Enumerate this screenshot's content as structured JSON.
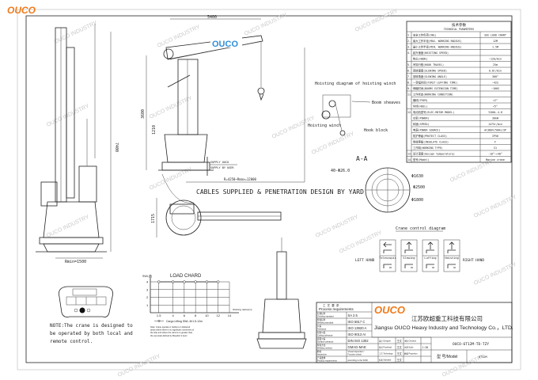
{
  "logo": "OUCO",
  "boom_logo": "OUCO",
  "watermark": "OUCO INDUSTRY",
  "colors": {
    "logo_orange": "#f07a1a",
    "boom_logo_blue": "#2f8fd8",
    "line": "#222222"
  },
  "dimensions": {
    "boom_length": "5400",
    "height_left": "7400",
    "rmin": "Rmin=1500",
    "mid_height": "3600",
    "mid_height2": "1210",
    "radius_range": "R=4250~Rmax=12000",
    "plan_dim": "1715"
  },
  "supply": {
    "ouco": "SUPPLY OUCO",
    "user": "SUPPLY BY USER"
  },
  "cables_note": "CABLES SUPPLIED & PENETRATION DESIGN BY YARD",
  "hoisting": {
    "title": "Hoisting diagram of hoisting winch",
    "boom_sheaves": "Boom sheaves",
    "winch": "Hoisting winch",
    "hook_block": "Hook block"
  },
  "section": {
    "title": "A-A",
    "bolts": "40-Φ26.0",
    "d1": "Φ1630",
    "d2": "Φ2500",
    "d3": "Φ1800"
  },
  "control": {
    "title": "Crane control diagram",
    "left": "LEFT HAND",
    "right": "RIGHT HAND",
    "levers": [
      "Telescopic",
      "Slewing",
      "Luffing",
      "Hoisting"
    ]
  },
  "load_chart": {
    "title": "LOAD CHARD",
    "ylabel": "SWL(T)",
    "xlabel": "Working radius(m)",
    "y_ticks": [
      "1",
      "2",
      "3",
      "4"
    ],
    "x_ticks": [
      "1.5",
      "4",
      "6",
      "8",
      "10",
      "12",
      "14"
    ],
    "legend": "Cargo Lifting SWL 4t/1.5-12m",
    "note": "Note: Crane operate in harbors or sheltered areas where there is no significant movement of the ship and where the wind is no greater than the sea state defined by Beaufort 2 level"
  },
  "chart_data": {
    "type": "line",
    "title": "LOAD CHARD",
    "xlabel": "Working radius(m)",
    "ylabel": "SWL(T)",
    "x": [
      1.5,
      4,
      6,
      8,
      10,
      12
    ],
    "series": [
      {
        "name": "Cargo Lifting SWL 4t/1.5-12m",
        "values": [
          4,
          4,
          4,
          4,
          4,
          4
        ]
      }
    ],
    "xlim": [
      0,
      14
    ],
    "ylim": [
      0,
      4
    ],
    "grid": true
  },
  "remote_note": "NOTE:The crane is designed to be operated by both local and remote control.",
  "tech_table": {
    "title": "技术参数",
    "subtitle": "TECHNICAL PARAMETERS",
    "rows": [
      {
        "no": "1.",
        "name": "安全工作负荷(SWL)",
        "value": "SEE LOAD CHART"
      },
      {
        "no": "2.",
        "name": "最大工作半径(MAX. WORKING RADIUS)",
        "value": "12M"
      },
      {
        "no": "3.",
        "name": "最小工作半径(MIN. WORKING RADIUS)",
        "value": "1.5M"
      },
      {
        "no": "4.",
        "name": "起升速度(HOISTING SPEED)",
        "value": ""
      },
      {
        "no": "",
        "name": "钩头(HOOK)",
        "value": "~12m/min"
      },
      {
        "no": "5.",
        "name": "吊钩行程(HOOK TRAVEL)",
        "value": "25m"
      },
      {
        "no": "6.",
        "name": "回转速度(SLEWING SPEED)",
        "value": "0.8r/min"
      },
      {
        "no": "7.",
        "name": "回转角度(SLEWING ANGLE)",
        "value": "360°"
      },
      {
        "no": "8.",
        "name": "一变幅时间(FIRST LUFFING TIME)",
        "value": "~42S"
      },
      {
        "no": "9.",
        "name": "伸缩时间(BOOMS EXTENSION TIME)",
        "value": "~100S"
      },
      {
        "no": "11.",
        "name": "工作状态(WORKING CONDITION)",
        "value": ""
      },
      {
        "no": "",
        "name": "  横倾(TRIM)",
        "value": "<2°"
      },
      {
        "no": "",
        "name": "  纵倾(HEEL)",
        "value": "<5°"
      },
      {
        "no": "12.",
        "name": "电动机型号(ELEC-MOTOR MODEL)",
        "value": "Y200L-4-H"
      },
      {
        "no": "",
        "name": "  功率(POWER)",
        "value": "30kW"
      },
      {
        "no": "",
        "name": "  转速(SPEED)",
        "value": "1475r/min"
      },
      {
        "no": "",
        "name": "  电源(POWER SOURCE)",
        "value": "AC380V/50Hz/3P"
      },
      {
        "no": "",
        "name": "  防护等级(PROTECT CLASS)",
        "value": "IP56"
      },
      {
        "no": "",
        "name": "  绝缘等级(INSULATE CLASS)",
        "value": "F"
      },
      {
        "no": "",
        "name": "  工作制(WORKING TYPE)",
        "value": "S1"
      },
      {
        "no": "13.",
        "name": "设计温度(design temperature)",
        "value": "-10°~+40°"
      },
      {
        "no": "14.",
        "name": "型号(Model)",
        "value": "Marine crane"
      }
    ]
  },
  "title_block": {
    "process_title": "工 艺 要 求",
    "process_title_en": "Process requirements",
    "process": [
      {
        "label": "打磨标准 Grinding standard",
        "value": "SA 2.5"
      },
      {
        "label": "焊接标准 Welding standard",
        "value": "ISO 5817 C"
      },
      {
        "label": "公差 Tolerance",
        "value": "ISO 13920 A"
      },
      {
        "label": "切割公差 Cutting tolerance",
        "value": "ISO 9013 AI"
      },
      {
        "label": "表面公差 Surface tolerance",
        "value": "DIN ISO 1302"
      },
      {
        "label": "焊接方法 Welding method",
        "value": "GMAG-MAE"
      },
      {
        "label": "检验 Inspection",
        "value": "Visual inspection / Function check"
      },
      {
        "label": "产品要求 Product requirements",
        "value": "according to the SOW"
      }
    ],
    "roles": [
      {
        "label": "设计 Designer",
        "name": "王文",
        "label2": "审核 Checked",
        "name2": ""
      },
      {
        "label": "校对 Proofread",
        "name": "王文",
        "label2": "比例 Scale",
        "name2": "1:30"
      },
      {
        "label": "工艺 Technology",
        "name": "王文",
        "label2": "数量 Proportion",
        "name2": ""
      },
      {
        "label": "标准 Standard",
        "name": "王文",
        "label2": "",
        "name2": ""
      }
    ],
    "company_cn": "江苏欧超重工科技有限公司",
    "company_en": "Jiangsu OUCO Heavy Industry and Technology Co.，LTD.",
    "drawing_no": "OUCO-6T12M-TD-TZY",
    "model_label": "型 号/Model",
    "model_value": "6T12M"
  }
}
